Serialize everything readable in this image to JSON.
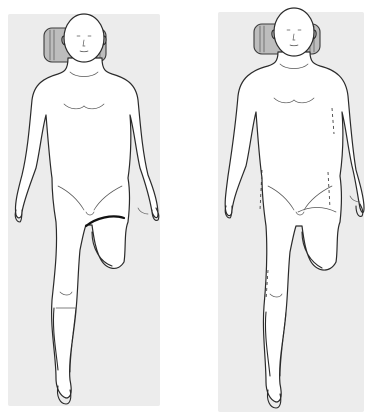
{
  "figures": [
    {
      "id": "left",
      "background_color": "#ececec",
      "head_support_color": "#bdbdbd",
      "features": [
        "head-support",
        "thigh-cuff",
        "raised-leg-left"
      ]
    },
    {
      "id": "right",
      "background_color": "#ececec",
      "head_support_color": "#bdbdbd",
      "features": [
        "head-support",
        "raised-leg-left",
        "lateral-markings"
      ]
    }
  ]
}
